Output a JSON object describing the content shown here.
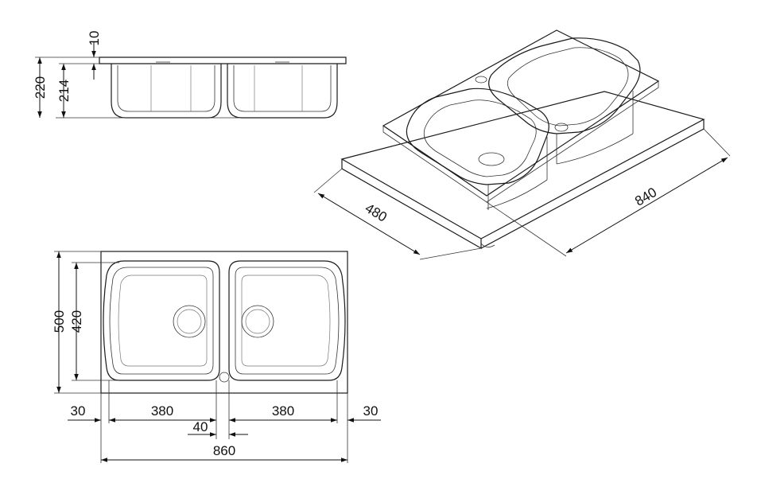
{
  "side_view": {
    "dims": {
      "rim_thickness": "10",
      "overall_height": "220",
      "bowl_depth": "214"
    }
  },
  "iso_view": {
    "dims": {
      "depth": "480",
      "width": "840"
    }
  },
  "top_view": {
    "dims": {
      "overall_height": "500",
      "bowl_height": "420",
      "left_margin": "30",
      "left_bowl_width": "380",
      "right_bowl_width": "380",
      "right_margin": "30",
      "divider_width": "40",
      "overall_width": "860"
    }
  },
  "colors": {
    "line": "#1a1a1a",
    "background": "#ffffff"
  }
}
